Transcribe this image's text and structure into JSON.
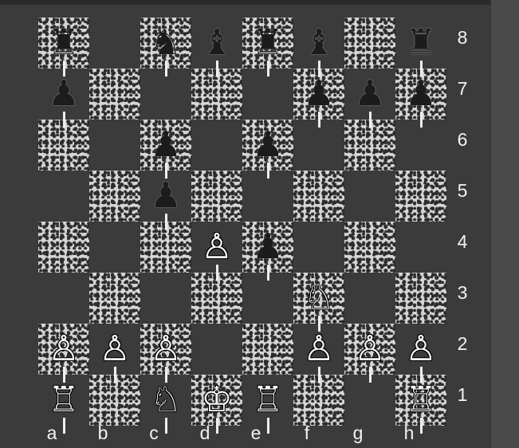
{
  "board": {
    "files": [
      "a",
      "b",
      "c",
      "d",
      "e",
      "f",
      "g",
      "h"
    ],
    "ranks": [
      "8",
      "7",
      "6",
      "5",
      "4",
      "3",
      "2",
      "1"
    ],
    "colors": {
      "light": "#d6d6d6",
      "dark": "#3b3b3b"
    },
    "pieces": [
      {
        "square": "a8",
        "color": "black",
        "type": "rook",
        "glyph": "♜"
      },
      {
        "square": "c8",
        "color": "black",
        "type": "knight",
        "glyph": "♞"
      },
      {
        "square": "d8",
        "color": "black",
        "type": "bishop",
        "glyph": "♝"
      },
      {
        "square": "e8",
        "color": "black",
        "type": "rook",
        "glyph": "♜"
      },
      {
        "square": "f8",
        "color": "black",
        "type": "bishop",
        "glyph": "♝"
      },
      {
        "square": "h8",
        "color": "black",
        "type": "rook",
        "glyph": "♜"
      },
      {
        "square": "a7",
        "color": "black",
        "type": "pawn",
        "glyph": "♟"
      },
      {
        "square": "f7",
        "color": "black",
        "type": "pawn",
        "glyph": "♟"
      },
      {
        "square": "g7",
        "color": "black",
        "type": "pawn",
        "glyph": "♟"
      },
      {
        "square": "h7",
        "color": "black",
        "type": "pawn",
        "glyph": "♟"
      },
      {
        "square": "c6",
        "color": "black",
        "type": "pawn",
        "glyph": "♟"
      },
      {
        "square": "e6",
        "color": "black",
        "type": "pawn",
        "glyph": "♟"
      },
      {
        "square": "c5",
        "color": "black",
        "type": "pawn",
        "glyph": "♟"
      },
      {
        "square": "d4",
        "color": "white",
        "type": "pawn",
        "glyph": "♙"
      },
      {
        "square": "e4",
        "color": "black",
        "type": "pawn",
        "glyph": "♟"
      },
      {
        "square": "f3",
        "color": "white",
        "type": "knight",
        "glyph": "♘"
      },
      {
        "square": "a2",
        "color": "white",
        "type": "pawn",
        "glyph": "♙"
      },
      {
        "square": "b2",
        "color": "white",
        "type": "pawn",
        "glyph": "♙"
      },
      {
        "square": "c2",
        "color": "white",
        "type": "pawn",
        "glyph": "♙"
      },
      {
        "square": "f2",
        "color": "white",
        "type": "pawn",
        "glyph": "♙"
      },
      {
        "square": "g2",
        "color": "white",
        "type": "pawn",
        "glyph": "♙"
      },
      {
        "square": "h2",
        "color": "white",
        "type": "pawn",
        "glyph": "♙"
      },
      {
        "square": "a1",
        "color": "white",
        "type": "rook",
        "glyph": "♖"
      },
      {
        "square": "c1",
        "color": "white",
        "type": "knight",
        "glyph": "♘"
      },
      {
        "square": "d1",
        "color": "white",
        "type": "king",
        "glyph": "♔"
      },
      {
        "square": "e1",
        "color": "white",
        "type": "rook",
        "glyph": "♖"
      },
      {
        "square": "h1",
        "color": "white",
        "type": "rook",
        "glyph": "♖"
      }
    ]
  }
}
